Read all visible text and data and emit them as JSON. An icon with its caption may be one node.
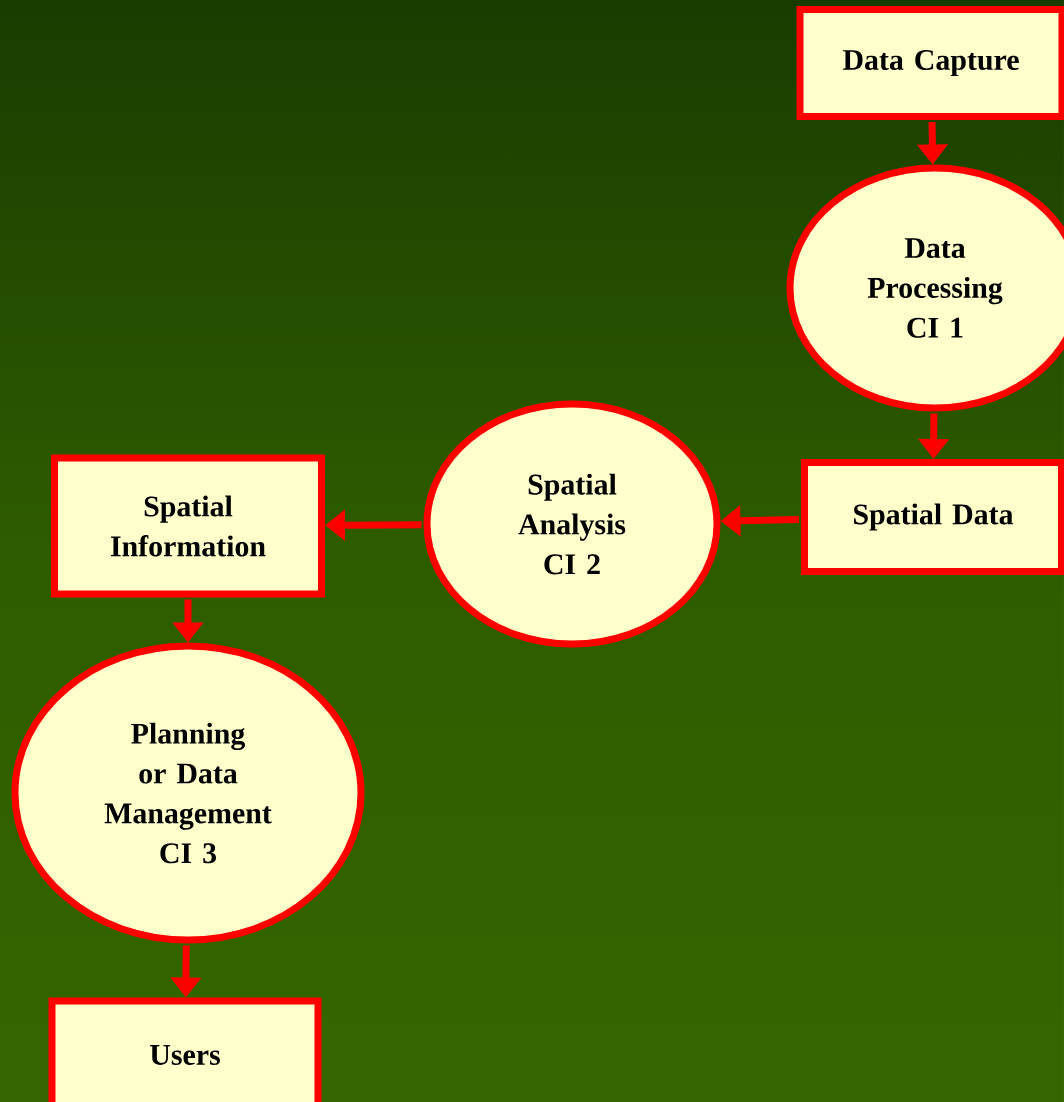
{
  "diagram": {
    "nodes": [
      {
        "text": [
          "Data Capture"
        ]
      },
      {
        "text": [
          "Data Processing CI 1"
        ]
      },
      {
        "text": [
          "Spatial Data"
        ]
      },
      {
        "text": [
          "Spatial Analysis CI 2"
        ]
      },
      {
        "text": [
          "Spatial Information"
        ]
      },
      {
        "text": [
          "Planning or Data Management CI 3"
        ]
      },
      {
        "text": [
          "Users"
        ]
      }
    ],
    "edges": [
      {
        "from": 0,
        "to": 1,
        "arrow": "to"
      },
      {
        "from": 1,
        "to": 2,
        "arrow": "to"
      },
      {
        "from": 2,
        "to": 3,
        "arrow": "to"
      },
      {
        "from": 3,
        "to": 4,
        "arrow": "to"
      },
      {
        "from": 4,
        "to": 5,
        "arrow": "to"
      },
      {
        "from": 5,
        "to": 6,
        "arrow": "to"
      }
    ]
  }
}
